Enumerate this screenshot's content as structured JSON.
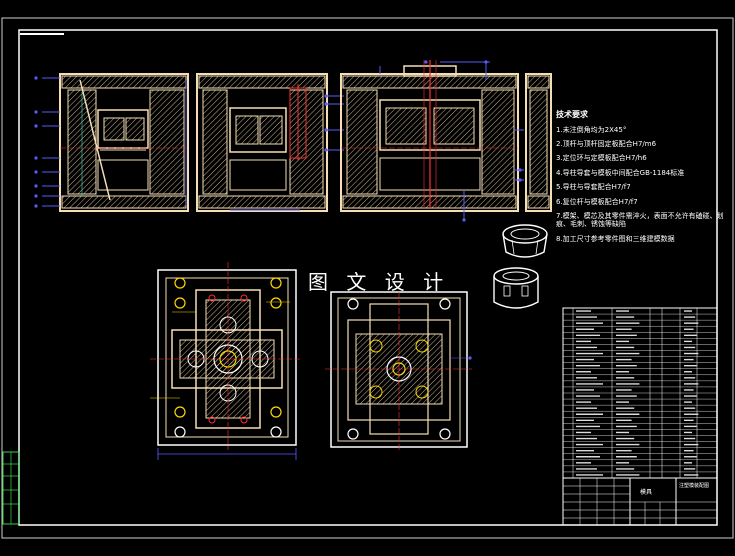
{
  "drawing": {
    "watermark": "图 文 设 计",
    "requirements": {
      "title": "技术要求",
      "items": [
        "1.未注倒角均为2X45°",
        "2.顶杆与顶杆固定板配合H7/m6",
        "3.定位环与定模板配合H7/h6",
        "4.导柱导套与模板中间配合GB-1184标准",
        "5.导柱与导套配合H7/f7",
        "6.复位杆与模板配合H7/f7",
        "7.模架、模芯及其零件需淬火，表面不允许有磕碰、划痕、毛刺、锈蚀等缺陷",
        "8.加工尺寸参考零件图和三维建模数据"
      ]
    },
    "title_block": {
      "name": "模具",
      "drawing_no": "注塑模装配图"
    },
    "colors": {
      "background": "#000000",
      "outline": "#ffffff",
      "part": "#f5deb3",
      "dimension": "#5a5aff",
      "hole": "#ffd700",
      "center": "#ff3030",
      "cyan": "#40e0d0",
      "green": "#40ff60"
    }
  }
}
